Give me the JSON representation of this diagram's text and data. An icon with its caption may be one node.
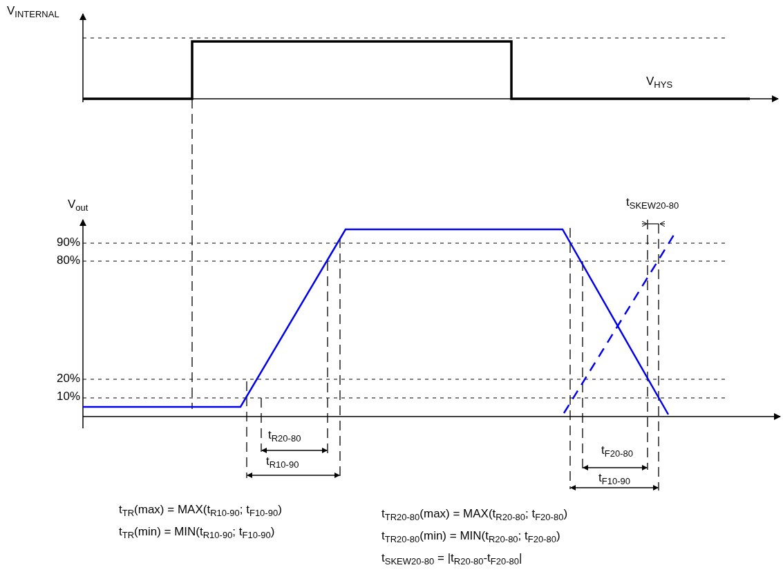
{
  "diagram": {
    "labels": [
      "V$_{INTERNAL}$",
      "V$_{HYS}$",
      "V$_{out}$",
      "t$_{SKEW20-80}$",
      "90%",
      "80%",
      "20%",
      "10%",
      "t$_{R20-80}$",
      "t$_{F20-80}$",
      "t$_{R10-90}$",
      "t$_{F10-90}$",
      "t$_{TR}$(max) = MAX(t$_{R10-90}$; t$_{F10-90}$)",
      "t$_{TR}$(min) = MIN(t$_{R10-90}$; t$_{F10-90}$)",
      "t$_{TR20-80}$(max) = MAX(t$_{R20-80}$; t$_{F20-80}$)",
      "t$_{TR20-80}$(min) = MIN(t$_{R20-80}$; t$_{F20-80}$)",
      "t$_{SKEW20-80}$ = |t$_{R20-80}$-t$_{F20-80}$|"
    ]
  }
}
